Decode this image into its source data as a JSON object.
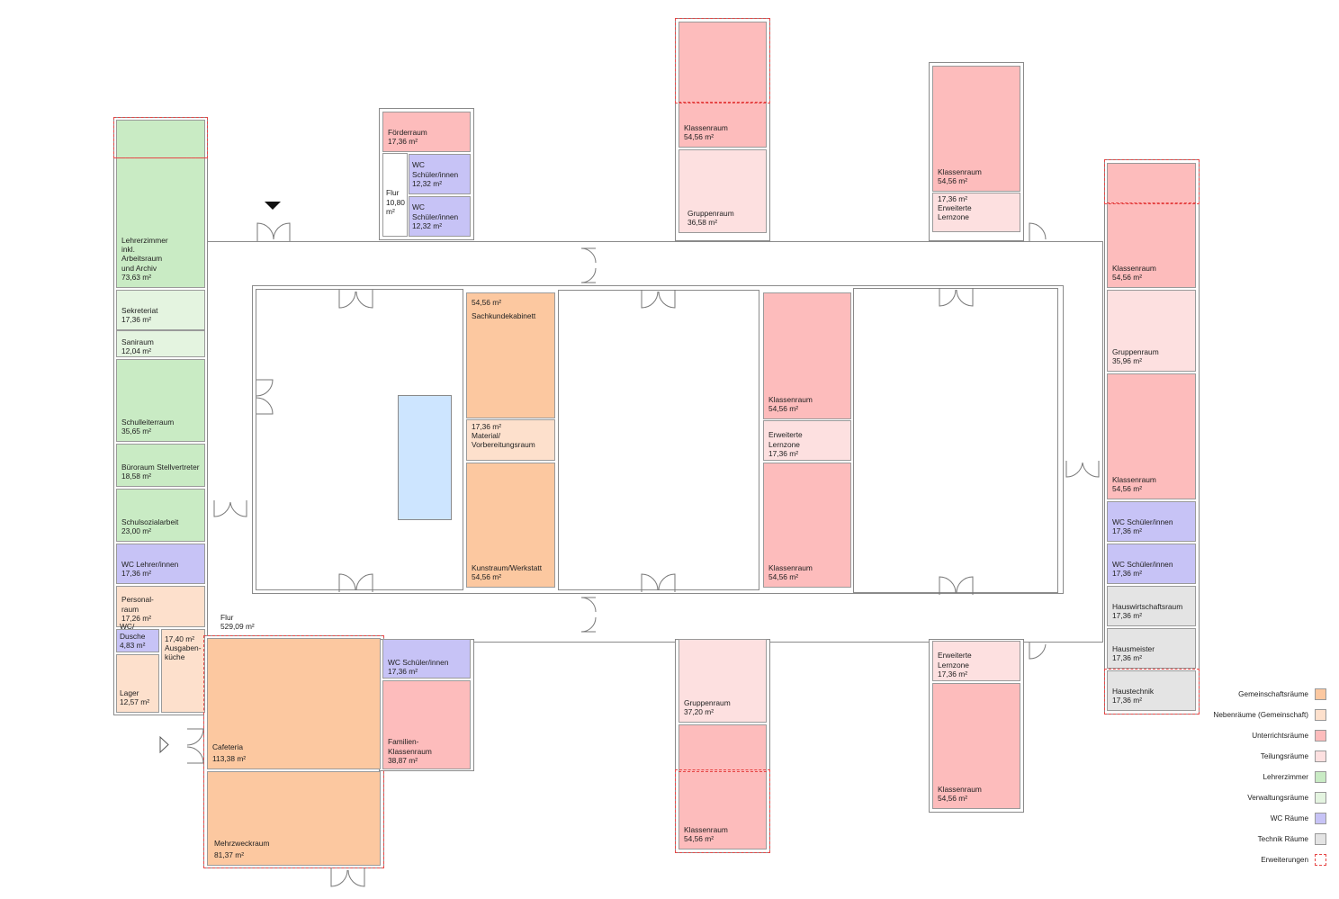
{
  "rooms": {
    "lehrerzimmer": {
      "name": "Lehrerzimmer\ninkl.\nArbeitsraum\nund Archiv",
      "area": "73,63 m²"
    },
    "sekretariat": {
      "name": "Sekreteriat",
      "area": "17,36 m²"
    },
    "saniraum": {
      "name": "Saniraum",
      "area": "12,04 m²"
    },
    "schulleiterraum": {
      "name": "Schulleiterraum",
      "area": "35,65 m²"
    },
    "bueroraum": {
      "name": "Büroraum Stellvertreter",
      "area": "18,58 m²"
    },
    "schulsozialarbeit": {
      "name": "Schulsozialarbeit",
      "area": "23,00 m²"
    },
    "wc_lehrer": {
      "name": "WC Lehrer/innen",
      "area": "17,36 m²"
    },
    "personalraum": {
      "name": "Personal-\nraum",
      "area": "17,26 m²"
    },
    "wc_dusche": {
      "name": "WC/ Dusche",
      "area": "4,83 m²"
    },
    "lager": {
      "name": "Lager",
      "area": "12,57 m²"
    },
    "ausgabekueche": {
      "name": "Ausgaben-\nküche",
      "area": "17,40 m²"
    },
    "foerderraum": {
      "name": "Förderraum",
      "area": "17,36 m²"
    },
    "flur_small": {
      "name": "Flur",
      "area": "10,80 m²"
    },
    "wc_schueler_n1": {
      "name": "WC Schüler/innen",
      "area": "12,32 m²"
    },
    "wc_schueler_n2": {
      "name": "WC Schüler/innen",
      "area": "12,32 m²"
    },
    "klassen_n1": {
      "name": "Klassenraum",
      "area": "54,56 m²"
    },
    "gruppen_n1": {
      "name": "Gruppenraum",
      "area": "36,58 m²"
    },
    "klassen_n2": {
      "name": "Klassenraum",
      "area": "54,56 m²"
    },
    "lernzone_n2": {
      "name": "Erweiterte\nLernzone",
      "area": "17,36 m²"
    },
    "sachkunde": {
      "name": "Sachkundekabinett",
      "area": "54,56 m²"
    },
    "material": {
      "name": "Material/\nVorbereitungsraum",
      "area": "17,36 m²"
    },
    "kunstraum": {
      "name": "Kunstraum/Werkstatt",
      "area": "54,56 m²"
    },
    "klassen_c1": {
      "name": "Klassenraum",
      "area": "54,56 m²"
    },
    "lernzone_c": {
      "name": "Erweiterte\nLernzone",
      "area": "17,36 m²"
    },
    "klassen_c2": {
      "name": "Klassenraum",
      "area": "54,56 m²"
    },
    "klassen_e1": {
      "name": "Klassenraum",
      "area": "54,56 m²"
    },
    "gruppen_e": {
      "name": "Gruppenraum",
      "area": "35,96 m²"
    },
    "klassen_e2": {
      "name": "Klassenraum",
      "area": "54,56 m²"
    },
    "wc_schueler_e1": {
      "name": "WC Schüler/innen",
      "area": "17,36 m²"
    },
    "wc_schueler_e2": {
      "name": "WC Schüler/innen",
      "area": "17,36 m²"
    },
    "hauswirtschaft": {
      "name": "Hauswirtschaftsraum",
      "area": "17,36 m²"
    },
    "hausmeister": {
      "name": "Hausmeister",
      "area": "17,36 m²"
    },
    "haustechnik": {
      "name": "Haustechnik",
      "area": "17,36 m²"
    },
    "flur_main": {
      "name": "Flur",
      "area": "529,09 m²"
    },
    "cafeteria": {
      "name": "Cafeteria",
      "area": "113,38 m²"
    },
    "mehrzweck": {
      "name": "Mehrzweckraum",
      "area": "81,37 m²"
    },
    "wc_schueler_s": {
      "name": "WC Schüler/innen",
      "area": "17,36 m²"
    },
    "familien": {
      "name": "Familien-\nKlassenraum",
      "area": "38,87 m²"
    },
    "gruppen_s": {
      "name": "Gruppenraum",
      "area": "37,20 m²"
    },
    "klassen_s1": {
      "name": "Klassenraum",
      "area": "54,56 m²"
    },
    "lernzone_s": {
      "name": "Erweiterte\nLernzone",
      "area": "17,36 m²"
    },
    "klassen_s2": {
      "name": "Klassenraum",
      "area": "54,56 m²"
    }
  },
  "legend": [
    {
      "label": "Gemeinschaftsräume",
      "color": "#fcc8a0"
    },
    {
      "label": "Nebenräume (Gemeinschaft)",
      "color": "#fde0cc"
    },
    {
      "label": "Unterrichtsräume",
      "color": "#fdbcbc"
    },
    {
      "label": "Teilungsräume",
      "color": "#fde0e0"
    },
    {
      "label": "Lehrerzimmer",
      "color": "#c9ebc4"
    },
    {
      "label": "Verwaltungsräume",
      "color": "#e4f4e0"
    },
    {
      "label": "WC Räume",
      "color": "#c7c3f6"
    },
    {
      "label": "Technik Räume",
      "color": "#e4e4e4"
    },
    {
      "label": "Erweiterungen",
      "color": "#ffffff"
    }
  ],
  "colors": {
    "extension_outline": "#e64646",
    "wall": "#8a8a8a"
  }
}
